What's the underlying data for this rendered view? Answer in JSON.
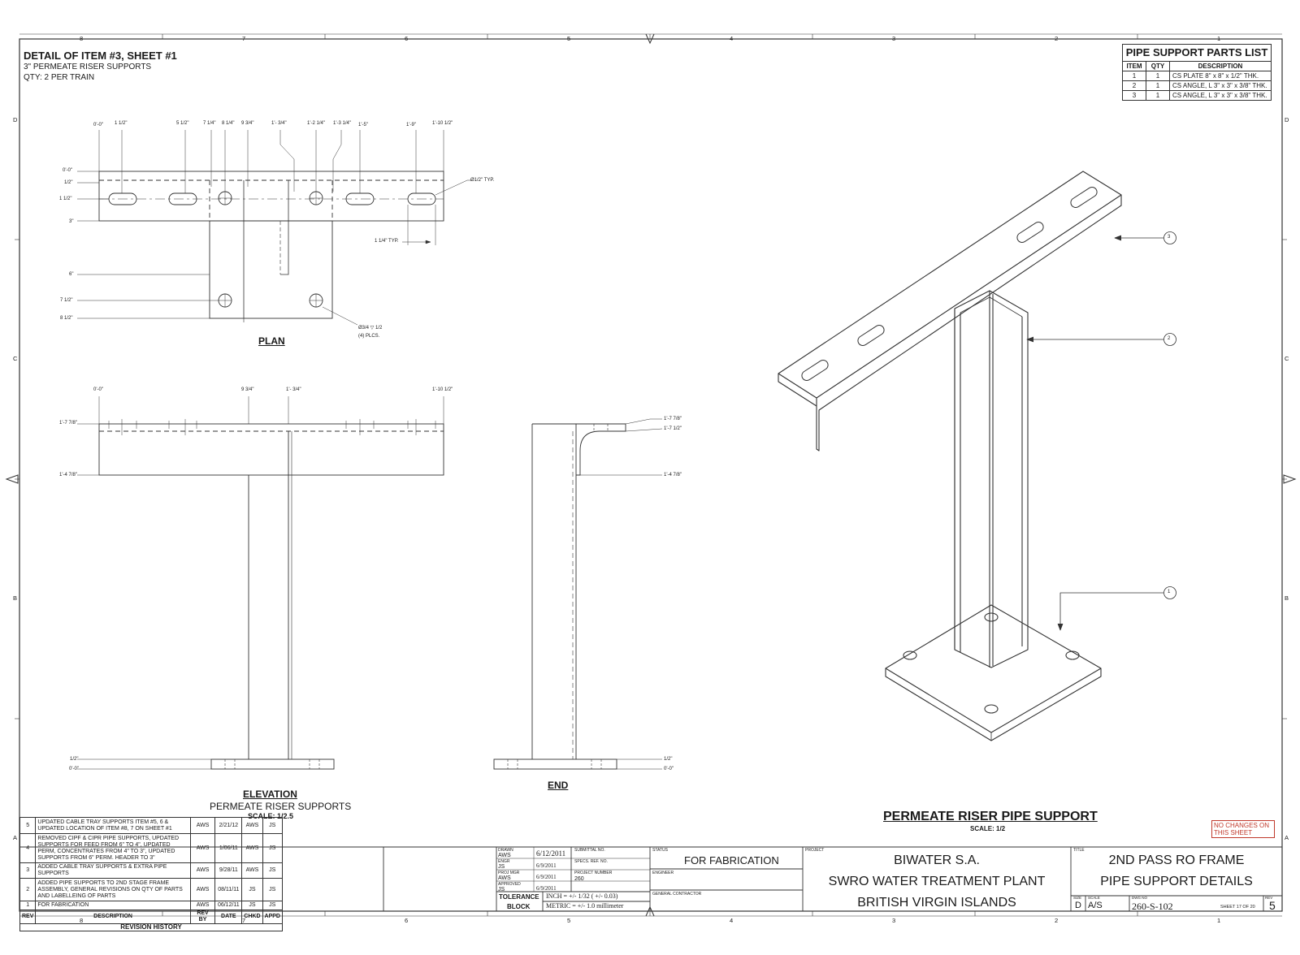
{
  "header": {
    "detail_title": "DETAIL OF ITEM #3, SHEET #1",
    "detail_sub1": "3\" PERMEATE RISER SUPPORTS",
    "detail_sub2": "QTY: 2 PER TRAIN"
  },
  "border_numbers_top": [
    "8",
    "7",
    "6",
    "5",
    "4",
    "3",
    "2",
    "1"
  ],
  "border_letters": [
    "D",
    "C",
    "B",
    "A"
  ],
  "parts_list": {
    "title": "PIPE SUPPORT PARTS LIST",
    "headers": [
      "ITEM",
      "QTY",
      "DESCRIPTION"
    ],
    "rows": [
      [
        "1",
        "1",
        "CS PLATE 8\" x 8\" x 1/2\" THK."
      ],
      [
        "2",
        "1",
        "CS ANGLE,  L 3\" x 3\" x 3/8\" THK."
      ],
      [
        "3",
        "1",
        "CS ANGLE,  L 3\" x 3\" x 3/8\" THK."
      ]
    ]
  },
  "plan": {
    "label": "PLAN",
    "top_dims": [
      "0'-0\"",
      "1 1/2\"",
      "5 1/2\"",
      "7 1/4\"",
      "8 1/4\"",
      "9 3/4\"",
      "1'- 3/4\"",
      "1'-2 1/4\"",
      "1'-3 1/4\"",
      "1'-5\"",
      "1'-9\"",
      "1'-10 1/2\""
    ],
    "left_dims": [
      "0'-0\"",
      "1/2\"",
      "1 1/2\"",
      "3\"",
      "6\"",
      "7 1/2\"",
      "8 1/2\""
    ],
    "slot_note": "Ø1/2\" TYP.",
    "slot_dim": "1 1/4\" TYP.",
    "hole_note1": "Ø3/4 ▽ 1/2",
    "hole_note2": "(4) PLCS."
  },
  "elevation": {
    "label": "ELEVATION",
    "sub": "PERMEATE RISER SUPPORTS",
    "scale": "SCALE: 1/2.5",
    "top_dims": [
      "0'-0\"",
      "9 3/4\"",
      "1'- 3/4\"",
      "1'-10 1/2\""
    ],
    "left_dims": [
      "1'-7 7/8\"",
      "1'-4 7/8\"",
      "1/2\"",
      "0'-0\""
    ]
  },
  "end_view": {
    "label": "END",
    "right_dims": [
      "1'-7 7/8\"",
      "1'-7 1/2\"",
      "1'-4 7/8\"",
      "1/2\"",
      "0'-0\""
    ]
  },
  "iso": {
    "title": "PERMEATE RISER PIPE SUPPORT",
    "scale": "SCALE: 1/2",
    "balloons": [
      "3",
      "2",
      "1"
    ]
  },
  "no_changes": "NO CHANGES ON THIS SHEET",
  "revisions": {
    "rows": [
      [
        "5",
        "UPDATED CABLE TRAY SUPPORTS ITEM #5, 6 & UPDATED LOCATION OF ITEM #8, 7 ON SHEET #1",
        "AWS",
        "2/21/12",
        "AWS",
        "JS"
      ],
      [
        "4",
        "REMOVED CIPF & CIPR PIPE SUPPORTS, UPDATED SUPPORTS FOR FEED FROM 6\" TO 4\", UPDATED PERM, CONCENTRATES FROM 4\" TO 3\", UPDATED SUPPORTS FROM 6\" PERM. HEADER TO 3\"",
        "AWS",
        "1/06/11",
        "AWS",
        "JS"
      ],
      [
        "3",
        "ADDED CABLE TRAY SUPPORTS & EXTRA PIPE SUPPORTS",
        "AWS",
        "9/28/11",
        "AWS",
        "JS"
      ],
      [
        "2",
        "ADDED PIPE SUPPORTS TO 2ND STAGE FRAME ASSEMBLY, GENERAL REVISIONS ON QTY OF PARTS AND LABELLEING OF PARTS",
        "AWS",
        "08/11/11",
        "JS",
        "JS"
      ],
      [
        "1",
        "FOR FABRICATION",
        "AWS",
        "06/12/11",
        "JS",
        "JS"
      ]
    ],
    "headers": [
      "REV",
      "DESCRIPTION",
      "REV BY",
      "DATE",
      "CHKD",
      "APPD"
    ],
    "footer": "REVISION HISTORY"
  },
  "title_block": {
    "drawn_label": "DRAWN",
    "drawn_by": "AWS",
    "drawn_date": "6/12/2011",
    "engr_label": "ENGR",
    "engr_by": "JS",
    "engr_date": "6/9/2011",
    "projmgr_label": "PROJ MGR",
    "projmgr_by": "AWS",
    "projmgr_date": "6/9/2011",
    "approved_label": "APPROVED",
    "approved_by": "JS",
    "approved_date": "6/9/2011",
    "submittal_label": "SUBMITTAL NO.",
    "specs_label": "SPECS. REF. NO.",
    "projnum_label": "PROJECT NUMBER",
    "projnum": "260",
    "tolerance_label1": "TOLERANCE",
    "tolerance_label2": "BLOCK",
    "tol_inch": "INCH = +/- 1/32 ( +/- 0.03)",
    "tol_metric": "METRIC = +/- 1.0 millimeter",
    "status_label": "STATUS",
    "status": "FOR FABRICATION",
    "engineer_label": "ENGINEER",
    "gc_label": "GENERAL CONTRACTOR",
    "project_label": "PROJECT",
    "project1": "BIWATER S.A.",
    "project2": "SWRO WATER TREATMENT PLANT",
    "project3": "BRITISH VIRGIN ISLANDS",
    "title_label": "TITLE",
    "title1": "2ND PASS RO FRAME",
    "title2": "PIPE SUPPORT DETAILS",
    "size_label": "SIZE",
    "size": "D",
    "scale_label": "SCALE",
    "scale": "A/S",
    "dwg_label": "DWG NO",
    "dwg": "260-S-102",
    "sheet_text": "SHEET 17  OF 20",
    "rev_label": "REV",
    "rev": "5"
  }
}
